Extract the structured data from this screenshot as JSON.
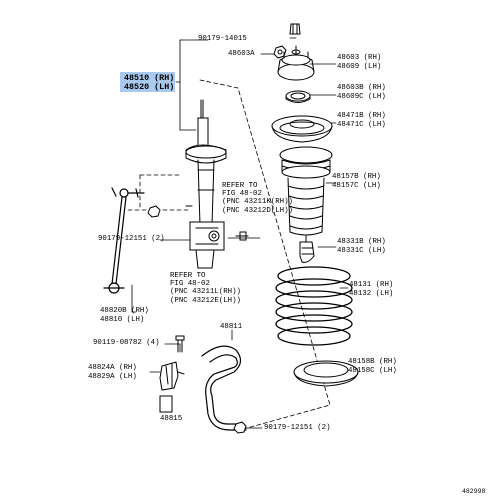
{
  "labels": {
    "strut_rh": "48510 (RH)",
    "strut_lh": "48520 (LH)",
    "bolt_top": "90179-14015",
    "nut_48603a": "48603A",
    "mount_rh": "48603 (RH)",
    "mount_lh": "48609 (LH)",
    "bearing_rh": "48603B (RH)",
    "bearing_lh": "48609C (LH)",
    "seat_upper_rh": "48471B (RH)",
    "seat_upper_lh": "48471C (LH)",
    "boot_rh": "48157B (RH)",
    "boot_lh": "48157C (LH)",
    "bumper_rh": "48331B (RH)",
    "bumper_lh": "48331C (LH)",
    "spring_rh": "48131 (RH)",
    "spring_lh": "48132 (LH)",
    "insulator_rh": "48158B (RH)",
    "insulator_lh": "48158C (LH)",
    "refer_a": "REFER TO\nFIG 48-02\n(PNC 43211K(RH))\n(PNC 43212D(LH))",
    "refer_b": "REFER TO\nFIG 48-02\n(PNC 43211L(RH))\n(PNC 43212E(LH))",
    "nut_mid": "90179-12151 (2)",
    "link_rh": "48820B (RH)",
    "link_lh": "48810 (LH)",
    "bolt_left": "90119-08782 (4)",
    "bush_rh": "48824A (RH)",
    "bush_lh": "48829A (LH)",
    "bar": "48811",
    "bracket": "48815",
    "nut_bottom": "90179-12151 (2)",
    "figure_id": "482998"
  },
  "colors": {
    "highlight": "#a9c9ee",
    "ink": "#000000"
  }
}
